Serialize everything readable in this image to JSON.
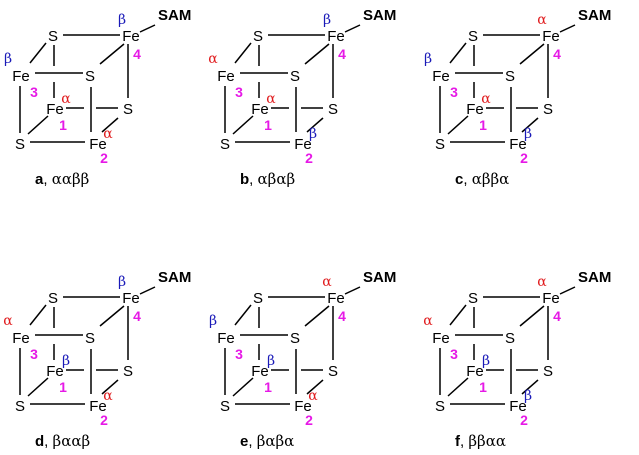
{
  "atoms": {
    "iron": "Fe",
    "sulfur": "S",
    "ligand": "SAM"
  },
  "colors": {
    "alpha": "#e0191b",
    "beta": "#1a1ab8",
    "site_number": "#e619e6",
    "bond": "#000000"
  },
  "spin_symbols": {
    "alpha": "α",
    "beta": "β"
  },
  "panels": [
    {
      "letter": "a",
      "pattern": "ααββ",
      "spins": {
        "1": "alpha",
        "2": "alpha",
        "3": "beta",
        "4": "beta"
      }
    },
    {
      "letter": "b",
      "pattern": "αβαβ",
      "spins": {
        "1": "alpha",
        "2": "beta",
        "3": "alpha",
        "4": "beta"
      }
    },
    {
      "letter": "c",
      "pattern": "αββα",
      "spins": {
        "1": "alpha",
        "2": "beta",
        "3": "beta",
        "4": "alpha"
      }
    },
    {
      "letter": "d",
      "pattern": "βααβ",
      "spins": {
        "1": "beta",
        "2": "alpha",
        "3": "alpha",
        "4": "beta"
      }
    },
    {
      "letter": "e",
      "pattern": "βαβα",
      "spins": {
        "1": "beta",
        "2": "alpha",
        "3": "beta",
        "4": "alpha"
      }
    },
    {
      "letter": "f",
      "pattern": "ββαα",
      "spins": {
        "1": "beta",
        "2": "beta",
        "3": "alpha",
        "4": "alpha"
      }
    }
  ]
}
